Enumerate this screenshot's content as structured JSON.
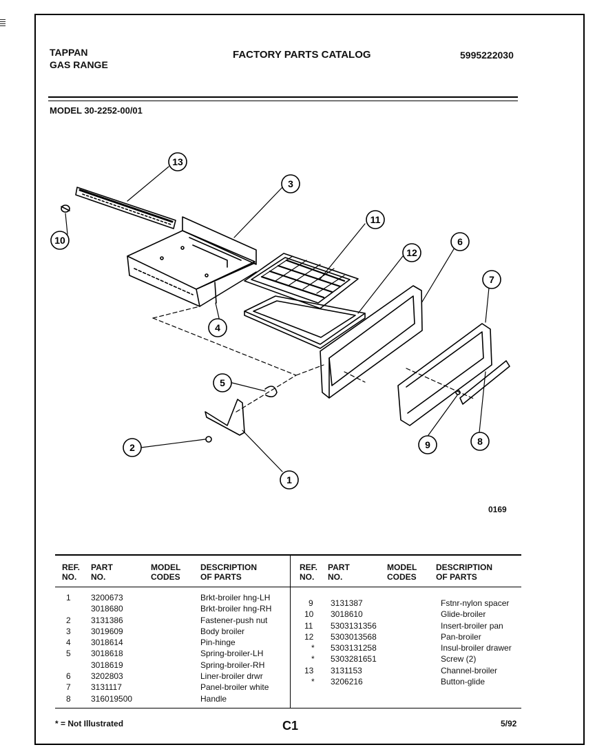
{
  "header": {
    "brand": "TAPPAN",
    "product": "GAS RANGE",
    "title": "FACTORY PARTS CATALOG",
    "catalog_number": "5995222030",
    "model": "MODEL 30-2252-00/01"
  },
  "diagram": {
    "callouts": [
      "1",
      "2",
      "3",
      "4",
      "5",
      "6",
      "7",
      "8",
      "9",
      "10",
      "11",
      "12",
      "13"
    ],
    "figure_code": "0169"
  },
  "table": {
    "headers": {
      "ref": "REF.",
      "ref2": "NO.",
      "part": "PART",
      "part2": "NO.",
      "model": "MODEL",
      "model2": "CODES",
      "desc": "DESCRIPTION",
      "desc2": "OF PARTS"
    },
    "left_rows": [
      {
        "ref": "1",
        "part": "3200673",
        "code": "",
        "desc": "Brkt-broiler hng-LH"
      },
      {
        "ref": "",
        "part": "3018680",
        "code": "",
        "desc": "Brkt-broiler hng-RH"
      },
      {
        "ref": "2",
        "part": "3131386",
        "code": "",
        "desc": "Fastener-push nut"
      },
      {
        "ref": "3",
        "part": "3019609",
        "code": "",
        "desc": "Body broiler"
      },
      {
        "ref": "4",
        "part": "3018614",
        "code": "",
        "desc": "Pin-hinge"
      },
      {
        "ref": "5",
        "part": "3018618",
        "code": "",
        "desc": "Spring-broiler-LH"
      },
      {
        "ref": "",
        "part": "3018619",
        "code": "",
        "desc": "Spring-broiler-RH"
      },
      {
        "ref": "6",
        "part": "3202803",
        "code": "",
        "desc": "Liner-broiler drwr"
      },
      {
        "ref": "7",
        "part": "3131117",
        "code": "",
        "desc": "Panel-broiler white"
      },
      {
        "ref": "8",
        "part": "316019500",
        "code": "",
        "desc": "Handle"
      }
    ],
    "right_rows": [
      {
        "ref": "9",
        "part": "3131387",
        "code": "",
        "desc": "Fstnr-nylon spacer"
      },
      {
        "ref": "10",
        "part": "3018610",
        "code": "",
        "desc": "Glide-broiler"
      },
      {
        "ref": "11",
        "part": "5303131356",
        "code": "",
        "desc": "Insert-broiler pan"
      },
      {
        "ref": "12",
        "part": "5303013568",
        "code": "",
        "desc": "Pan-broiler"
      },
      {
        "ref": "*",
        "part": "5303131258",
        "code": "",
        "desc": "Insul-broiler drawer"
      },
      {
        "ref": "*",
        "part": "5303281651",
        "code": "",
        "desc": "Screw (2)"
      },
      {
        "ref": "13",
        "part": "3131153",
        "code": "",
        "desc": "Channel-broiler"
      },
      {
        "ref": "*",
        "part": "3206216",
        "code": "",
        "desc": "Button-glide"
      }
    ]
  },
  "footer": {
    "note": "* = Not Illustrated",
    "page": "C1",
    "date": "5/92"
  }
}
